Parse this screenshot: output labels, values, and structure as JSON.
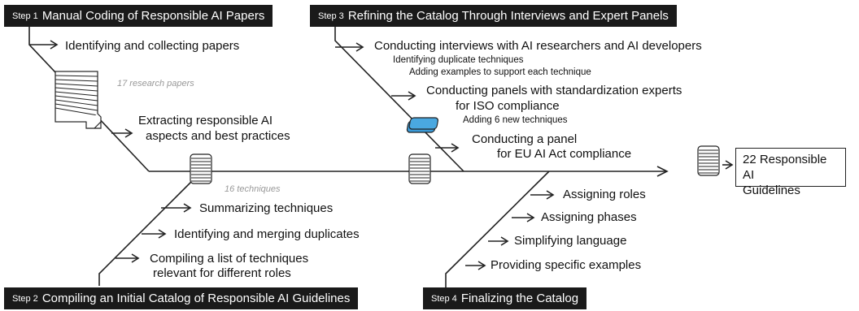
{
  "steps": {
    "step1": {
      "tag": "Step 1",
      "title": "Manual Coding of Responsible AI Papers"
    },
    "step2": {
      "tag": "Step 2",
      "title": "Compiling an Initial Catalog of Responsible AI Guidelines"
    },
    "step3": {
      "tag": "Step 3",
      "title": "Refining the Catalog Through Interviews and Expert Panels"
    },
    "step4": {
      "tag": "Step 4",
      "title": "Finalizing the Catalog"
    }
  },
  "step1_items": {
    "collect": "Identifying and collecting papers",
    "extract_line1": "Extracting responsible AI",
    "extract_line2": "aspects and best practices",
    "papers_note": "17 research papers"
  },
  "step2_items": {
    "summarize": "Summarizing techniques",
    "merge": "Identifying and merging duplicates",
    "compile_line1": "Compiling a list of techniques",
    "compile_line2": "relevant for different roles",
    "techniques_note": "16 techniques"
  },
  "step3_items": {
    "interviews": "Conducting interviews with AI researchers and AI developers",
    "dup_sub": "Identifying duplicate techniques",
    "examples_sub": "Adding examples to support each technique",
    "panels_line1": "Conducting panels with standardization experts",
    "panels_line2": "for ISO compliance",
    "new_sub": "Adding 6 new techniques",
    "eu_line1": "Conducting a panel",
    "eu_line2": "for EU AI Act compliance"
  },
  "step4_items": {
    "roles": "Assigning roles",
    "phases": "Assigning phases",
    "language": "Simplifying language",
    "examples": "Providing specific examples"
  },
  "result": {
    "line1": "22 Responsible AI",
    "line2": "Guidelines"
  },
  "colors": {
    "accent": "#3a9bd9",
    "dark": "#1a1a1a"
  }
}
